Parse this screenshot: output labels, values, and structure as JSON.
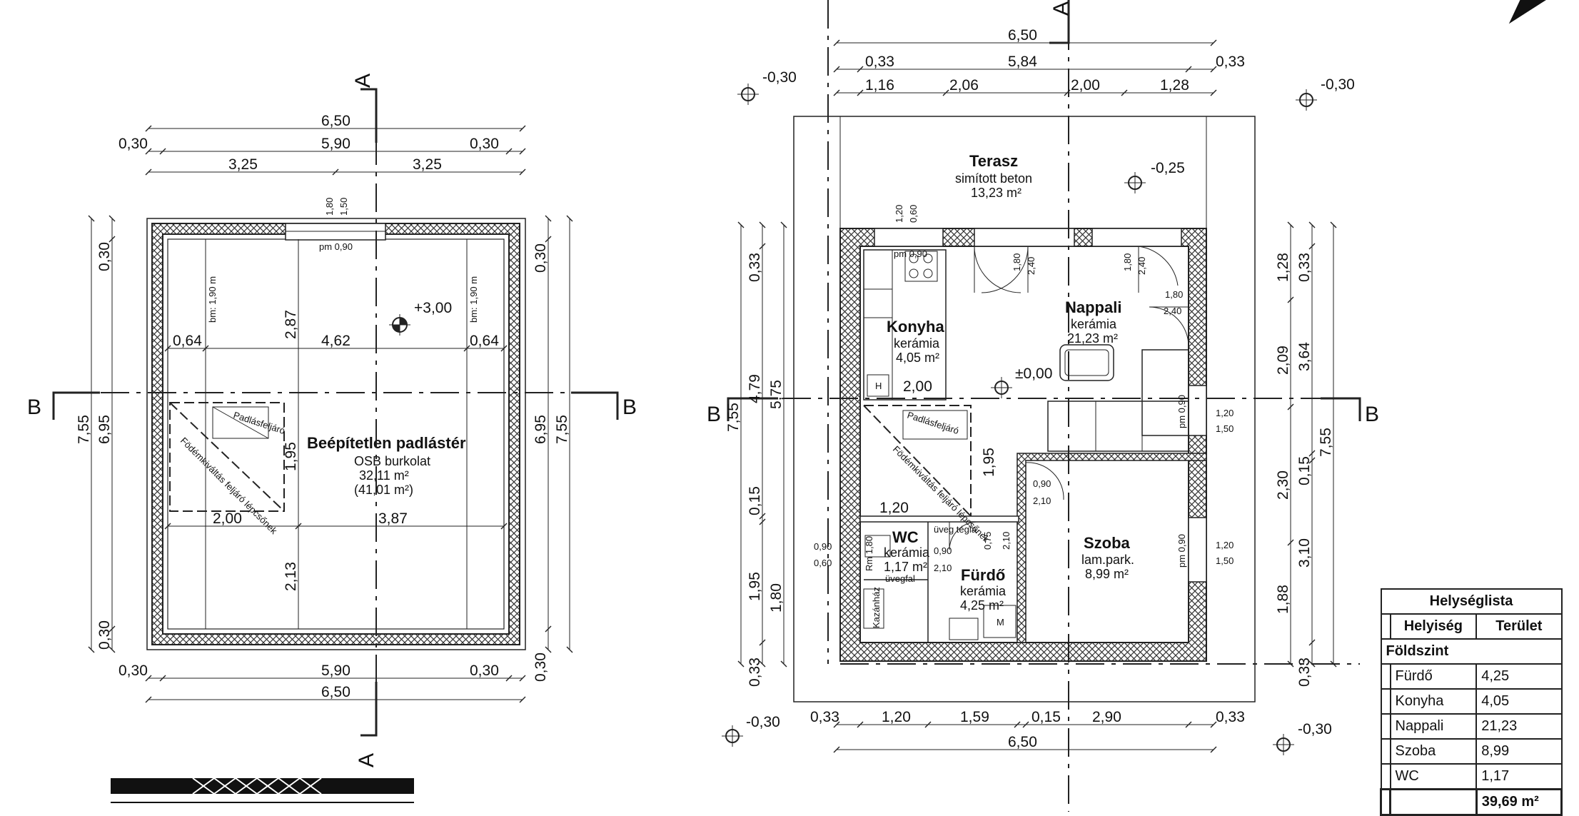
{
  "attic": {
    "name": "Beépítetlen padlástér",
    "material": "OSB burkolat",
    "area": "32,11 m²",
    "area_gross": "(41,01 m²)",
    "level": "+3,00",
    "headroom_left": "bm: 1,90 m",
    "headroom_right": "bm: 1,90 m",
    "hatch_label": "Padlásfeljáró",
    "hatch_note": "Födémkiváltás feljáró lépcsőnek",
    "window_heights": [
      "1,80",
      "1,50"
    ],
    "window_sill": "pm 0,90",
    "dims_top": [
      "6,50",
      "5,90",
      "0,30",
      "0,30",
      "3,25",
      "3,25"
    ],
    "dims_inner": [
      "0,64",
      "4,62",
      "0,64",
      "2,87",
      "1,95",
      "2,13",
      "2,00",
      "3,87"
    ],
    "dims_side": [
      "7,55",
      "6,95",
      "0,30",
      "0,30",
      "0,30",
      "6,95",
      "7,55",
      "0,30"
    ],
    "dims_bottom": [
      "0,30",
      "5,90",
      "0,30",
      "6,50"
    ]
  },
  "ground": {
    "rooms": [
      {
        "name": "Terasz",
        "material": "simított beton",
        "area": "13,23 m²"
      },
      {
        "name": "Konyha",
        "material": "kerámia",
        "area": "4,05 m²"
      },
      {
        "name": "Nappali",
        "material": "kerámia",
        "area": "21,23 m²"
      },
      {
        "name": "Szoba",
        "material": "lam.park.",
        "area": "8,99 m²"
      },
      {
        "name": "WC",
        "material": "kerámia",
        "area": "1,17 m²"
      },
      {
        "name": "Fürdő",
        "material": "kerámia",
        "area": "4,25 m²"
      }
    ],
    "levels": [
      "-0,30",
      "-0,30",
      "-0,25",
      "±0,00",
      "-0,30",
      "-0,30"
    ],
    "dims_top": [
      "6,50",
      "0,33",
      "5,84",
      "0,33",
      "1,16",
      "2,06",
      "2,00",
      "1,28"
    ],
    "dims_bottom": [
      "0,33",
      "1,20",
      "1,59",
      "0,15",
      "2,90",
      "0,33",
      "6,50"
    ],
    "dims_left": [
      "7,55",
      "5,75",
      "4,79",
      "0,33",
      "0,15",
      "1,95",
      "1,80",
      "0,33"
    ],
    "dims_right": [
      "1,28",
      "2,09",
      "2,30",
      "1,88",
      "0,33",
      "3,64",
      "0,15",
      "3,10",
      "0,33",
      "7,55"
    ],
    "openings": [
      "1,20",
      "0,60",
      "pm 0,90",
      "1,80",
      "2,40",
      "1,80",
      "2,40",
      "1,80",
      "2,40",
      "1,20",
      "1,50",
      "pm 0,90",
      "1,20",
      "1,50",
      "pm 0,90",
      "0,90",
      "2,10",
      "0,90",
      "0,60",
      "0,90",
      "2,10",
      "0,75",
      "2,10",
      "Rm 1,80"
    ],
    "inner_dims": [
      "2,00",
      "1,95",
      "1,20"
    ],
    "labels": {
      "hatch": "Padlásfeljáró",
      "hatch_note": "Födémkiváltás feljáró lépcsőnek",
      "glass_block": "üveg tégla",
      "glass_wall": "üvegfal",
      "boiler": "Kazánház",
      "hob": "H",
      "machine": "M"
    }
  },
  "sections": {
    "a": "A",
    "b": "B"
  },
  "legend": {
    "title": "Helységlista",
    "col_room": "Helyiség",
    "col_area": "Terület",
    "group": "Földszint",
    "rows": [
      {
        "name": "Fürdő",
        "area": "4,25"
      },
      {
        "name": "Konyha",
        "area": "4,05"
      },
      {
        "name": "Nappali",
        "area": "21,23"
      },
      {
        "name": "Szoba",
        "area": "8,99"
      },
      {
        "name": "WC",
        "area": "1,17"
      }
    ],
    "total": "39,69 m²"
  }
}
